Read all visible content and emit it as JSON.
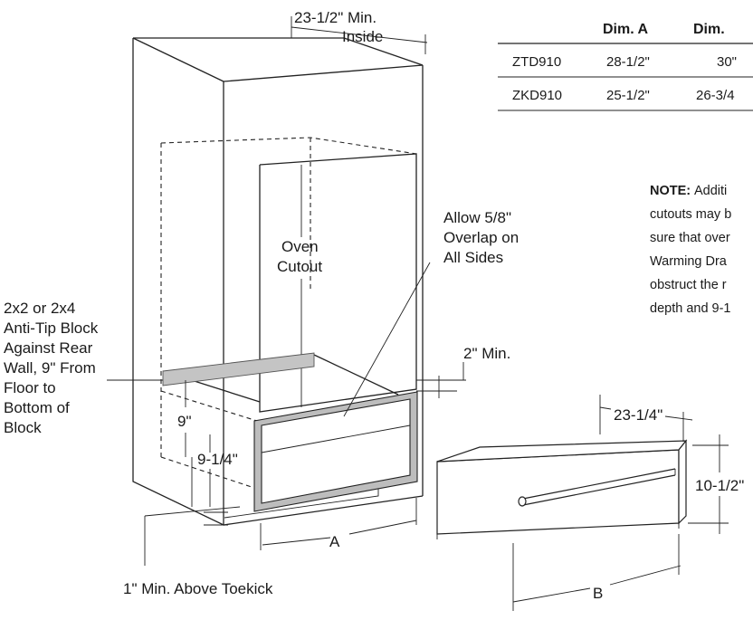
{
  "labels": {
    "inside_width_line1": "23-1/2\" Min.",
    "inside_width_line2": "Inside",
    "oven_cutout_line1": "Oven",
    "oven_cutout_line2": "Cutout",
    "overlap_line1": "Allow 5/8\"",
    "overlap_line2": "Overlap on",
    "overlap_line3": "All Sides",
    "anti_tip_line1": "2x2 or 2x4",
    "anti_tip_line2": "Anti-Tip Block",
    "anti_tip_line3": "Against Rear",
    "anti_tip_line4": "Wall, 9\" From",
    "anti_tip_line5": "Floor to",
    "anti_tip_line6": "Bottom of",
    "anti_tip_line7": "Block",
    "two_in_min": "2\" Min.",
    "nine_in": "9\"",
    "nine_quarter": "9-1/4\"",
    "dim_a": "A",
    "toekick": "1\" Min. Above Toekick",
    "drawer_width": "23-1/4\"",
    "drawer_height": "10-1/2\"",
    "dim_b": "B"
  },
  "table": {
    "headers": [
      "",
      "Dim. A",
      "Dim."
    ],
    "rows": [
      [
        "ZTD910",
        "28-1/2\"",
        "30\""
      ],
      [
        "ZKD910",
        "25-1/2\"",
        "26-3/4"
      ]
    ]
  },
  "note": {
    "title": "NOTE:",
    "line1": "Additi",
    "line2": "cutouts may b",
    "line3": "sure that over",
    "line4": "Warming Dra",
    "line5": "obstruct the r",
    "line6": "depth and 9-1"
  }
}
